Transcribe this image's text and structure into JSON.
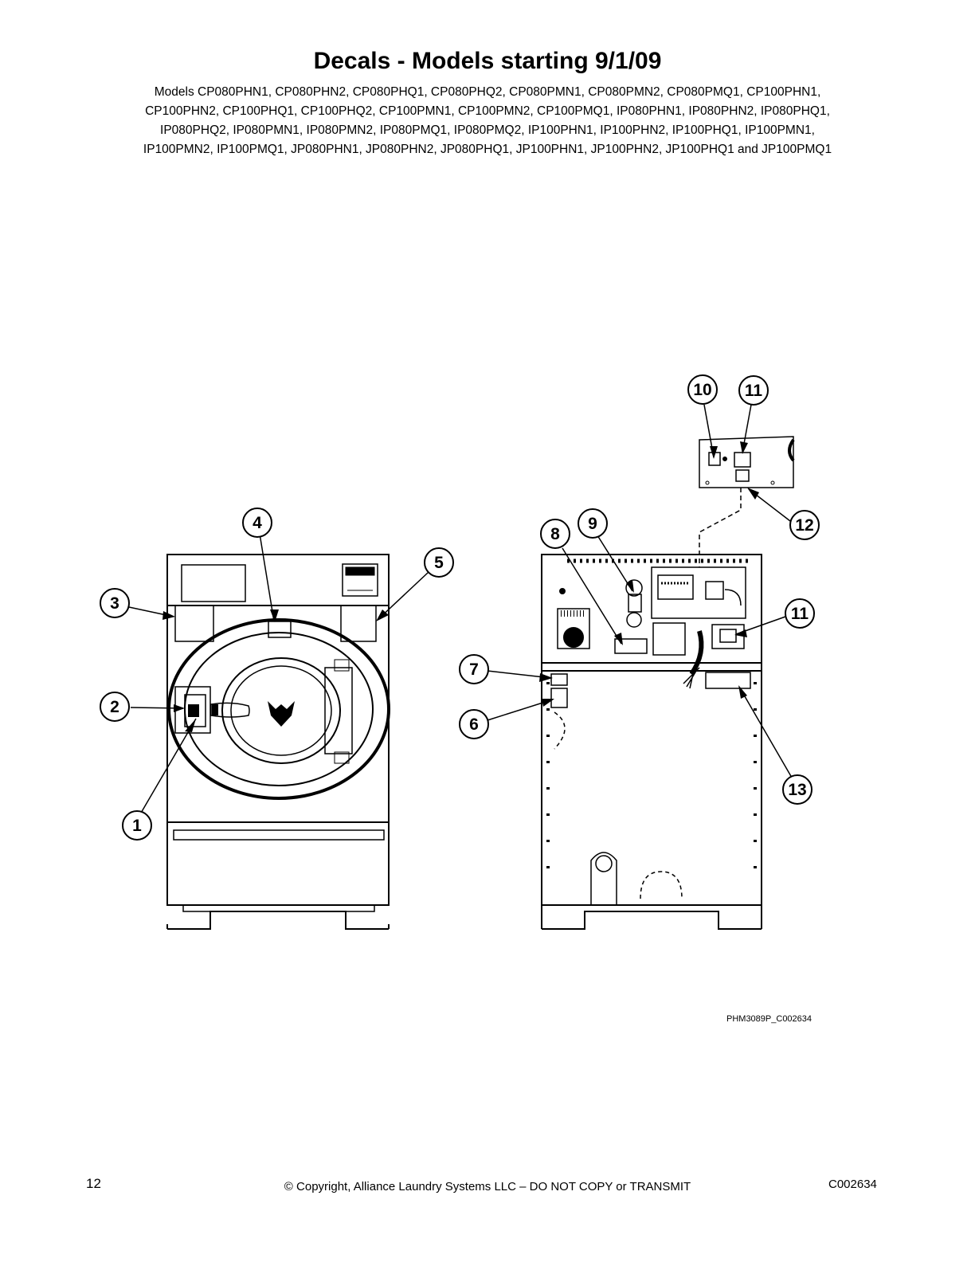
{
  "page": {
    "title": "Decals - Models starting 9/1/09",
    "models_lines": [
      "Models CP080PHN1, CP080PHN2, CP080PHQ1, CP080PHQ2, CP080PMN1, CP080PMN2, CP080PMQ1, CP100PHN1,",
      "CP100PHN2, CP100PHQ1, CP100PHQ2, CP100PMN1, CP100PMN2, CP100PMQ1, IP080PHN1, IP080PHN2, IP080PHQ1,",
      "IP080PHQ2, IP080PMN1, IP080PMN2, IP080PMQ1, IP080PMQ2, IP100PHN1, IP100PHN2, IP100PHQ1, IP100PMN1,",
      "IP100PMN2, IP100PMQ1, JP080PHN1, JP080PHN2, JP080PHQ1, JP100PHN1, JP100PHN2, JP100PHQ1 and JP100PMQ1"
    ],
    "figure_code": "PHM3089P_C002634",
    "page_number": "12",
    "copyright": "© Copyright, Alliance Laundry Systems LLC – DO NOT COPY or TRANSMIT",
    "document_code": "C002634"
  },
  "callouts": [
    "1",
    "2",
    "3",
    "4",
    "5",
    "6",
    "7",
    "8",
    "9",
    "10",
    "11",
    "11",
    "12",
    "13"
  ]
}
